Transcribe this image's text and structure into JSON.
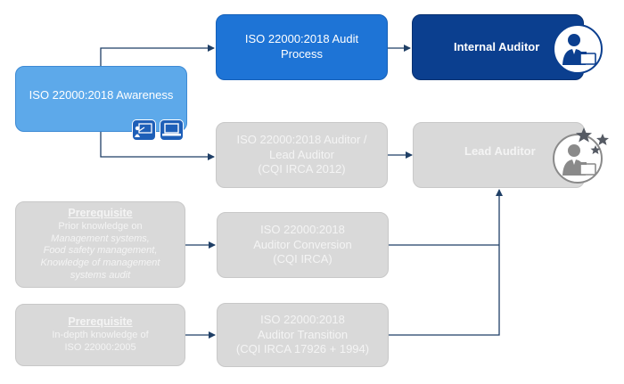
{
  "awareness": {
    "label": "ISO 22000:2018 Awareness"
  },
  "audit_process": {
    "line1": "ISO 22000:2018 Audit",
    "line2": "Process"
  },
  "internal_auditor": {
    "label": "Internal Auditor"
  },
  "lead_auditor_course": {
    "line1": "ISO 22000:2018 Auditor /",
    "line2": "Lead Auditor",
    "line3": "(CQI IRCA 2012)"
  },
  "lead_auditor": {
    "label": "Lead Auditor"
  },
  "conversion_course": {
    "line1": "ISO 22000:2018",
    "line2": "Auditor Conversion",
    "line3": "(CQI IRCA)"
  },
  "transition_course": {
    "line1": "ISO 22000:2018",
    "line2": "Auditor Transition",
    "line3": "(CQI IRCA 17926 + 1994)"
  },
  "prereq_conversion": {
    "heading": "Prerequisite",
    "intro": "Prior knowledge on",
    "items": [
      "Management systems,",
      "Food safety management,",
      "Knowledge of management",
      "systems audit"
    ]
  },
  "prereq_transition": {
    "heading": "Prerequisite",
    "line1": "In-depth knowledge of",
    "line2": "ISO 22000:2005"
  },
  "colors": {
    "light_blue": "#5da9ea",
    "mid_blue": "#1e74d6",
    "dark_blue": "#0b3f8f",
    "grey": "#d9d9d9",
    "connector": "#1f3f66"
  }
}
